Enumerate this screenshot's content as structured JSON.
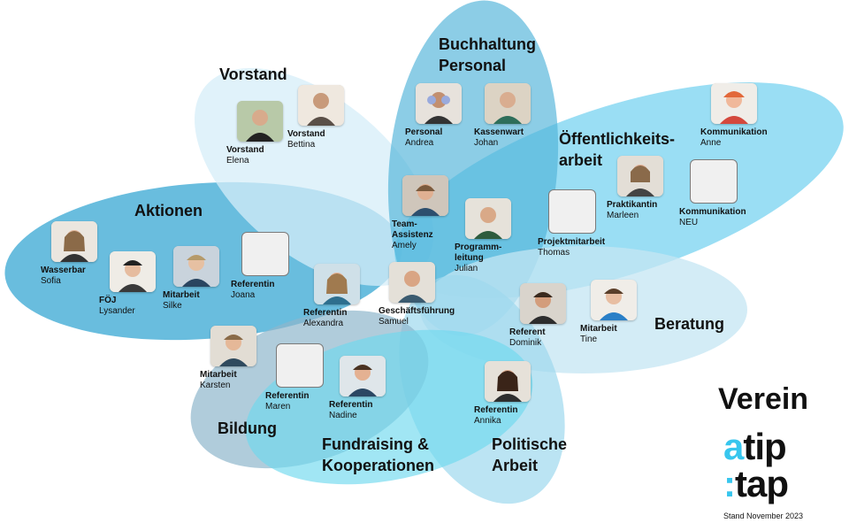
{
  "org": {
    "title": "Verein",
    "logo_line1_accent": "a",
    "logo_line1_rest": "tip",
    "logo_line2_accent": ":",
    "logo_line2_rest": "tap",
    "stand": "Stand November 2023"
  },
  "colors": {
    "petal_light": "#d6eef8",
    "petal_mid": "#9ed8ee",
    "petal_strong": "#4fb2d8",
    "petal_cyan": "#6fd9ee",
    "petal_slate": "#8fb6cc",
    "logo_accent": "#37c6ee"
  },
  "areas": {
    "vorstand": "Vorstand",
    "buchhaltung": "Buchhaltung\nPersonal",
    "oeffentlichkeit": "Öffentlichkeits-\narbeit",
    "aktionen": "Aktionen",
    "beratung": "Beratung",
    "bildung": "Bildung",
    "fundraising": "Fundraising &\nKooperationen",
    "politik": "Politische\nArbeit"
  },
  "people": [
    {
      "role": "Vorstand",
      "name": "Bettina",
      "photo": true
    },
    {
      "role": "Vorstand",
      "name": "Elena",
      "photo": true
    },
    {
      "role": "Personal",
      "name": "Andrea",
      "photo": true
    },
    {
      "role": "Kassenwart",
      "name": "Johan",
      "photo": true
    },
    {
      "role": "Kommunikation",
      "name": "Anne",
      "photo": true
    },
    {
      "role": "Kommunikation",
      "name": "NEU",
      "photo": false
    },
    {
      "role": "Praktikantin",
      "name": "Marleen",
      "photo": true
    },
    {
      "role": "Projektmitarbeit",
      "name": "Thomas",
      "photo": false
    },
    {
      "role": "Team-\nAssistenz",
      "name": "Amely",
      "photo": true
    },
    {
      "role": "Programm-\nleitung",
      "name": "Julian",
      "photo": true
    },
    {
      "role": "Wasserbar",
      "name": "Sofia",
      "photo": true
    },
    {
      "role": "FÖJ",
      "name": "Lysander",
      "photo": true
    },
    {
      "role": "Mitarbeit",
      "name": "Silke",
      "photo": true
    },
    {
      "role": "Referentin",
      "name": "Joana",
      "photo": false
    },
    {
      "role": "Referentin",
      "name": "Alexandra",
      "photo": true
    },
    {
      "role": "Geschäftsführung",
      "name": "Samuel",
      "photo": true
    },
    {
      "role": "Referent",
      "name": "Dominik",
      "photo": true
    },
    {
      "role": "Mitarbeit",
      "name": "Tine",
      "photo": true
    },
    {
      "role": "Mitarbeit",
      "name": "Karsten",
      "photo": true
    },
    {
      "role": "Referentin",
      "name": "Maren",
      "photo": false
    },
    {
      "role": "Referentin",
      "name": "Nadine",
      "photo": true
    },
    {
      "role": "Referentin",
      "name": "Annika",
      "photo": true
    }
  ]
}
